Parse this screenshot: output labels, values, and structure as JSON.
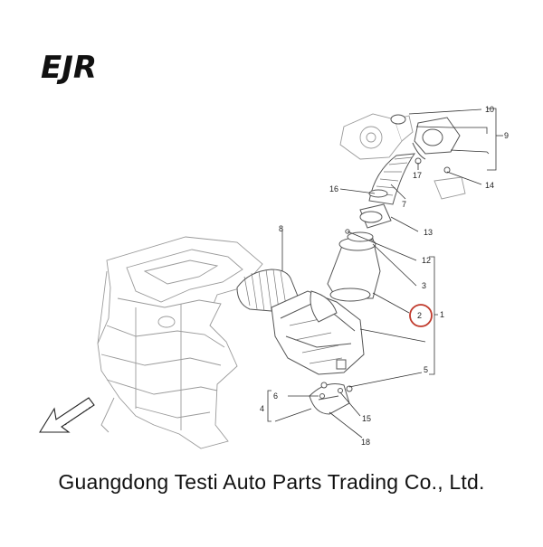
{
  "logo": {
    "text": "EJR"
  },
  "diagram": {
    "part_numbers": [
      "1",
      "2",
      "3",
      "4",
      "5",
      "6",
      "7",
      "8",
      "9",
      "10",
      "12",
      "13",
      "14",
      "15",
      "16",
      "17",
      "18"
    ],
    "highlighted_part": "2",
    "highlight_color": "#c0392b"
  },
  "footer": {
    "company": "Guangdong Testi Auto Parts Trading Co., Ltd."
  }
}
